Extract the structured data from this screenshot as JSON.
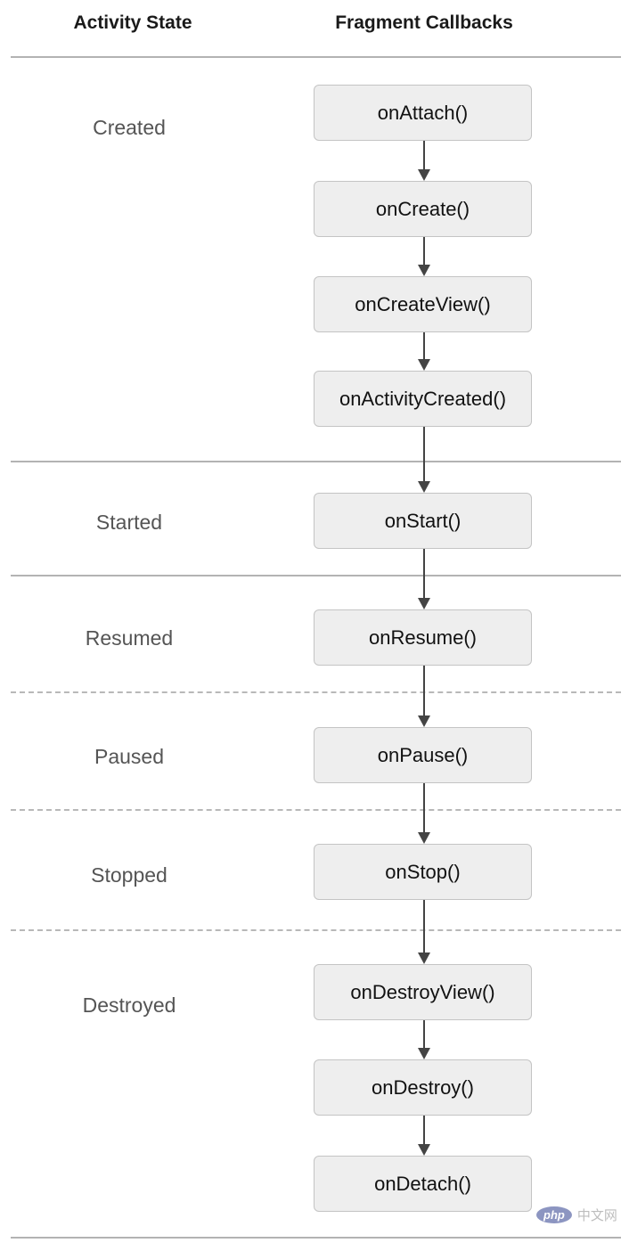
{
  "headers": {
    "activity_state": "Activity State",
    "fragment_callbacks": "Fragment Callbacks"
  },
  "states": {
    "created": "Created",
    "started": "Started",
    "resumed": "Resumed",
    "paused": "Paused",
    "stopped": "Stopped",
    "destroyed": "Destroyed"
  },
  "callbacks": {
    "on_attach": "onAttach()",
    "on_create": "onCreate()",
    "on_create_view": "onCreateView()",
    "on_activity_created": "onActivityCreated()",
    "on_start": "onStart()",
    "on_resume": "onResume()",
    "on_pause": "onPause()",
    "on_stop": "onStop()",
    "on_destroy_view": "onDestroyView()",
    "on_destroy": "onDestroy()",
    "on_detach": "onDetach()"
  },
  "watermark": {
    "badge": "php",
    "text": "中文网"
  }
}
